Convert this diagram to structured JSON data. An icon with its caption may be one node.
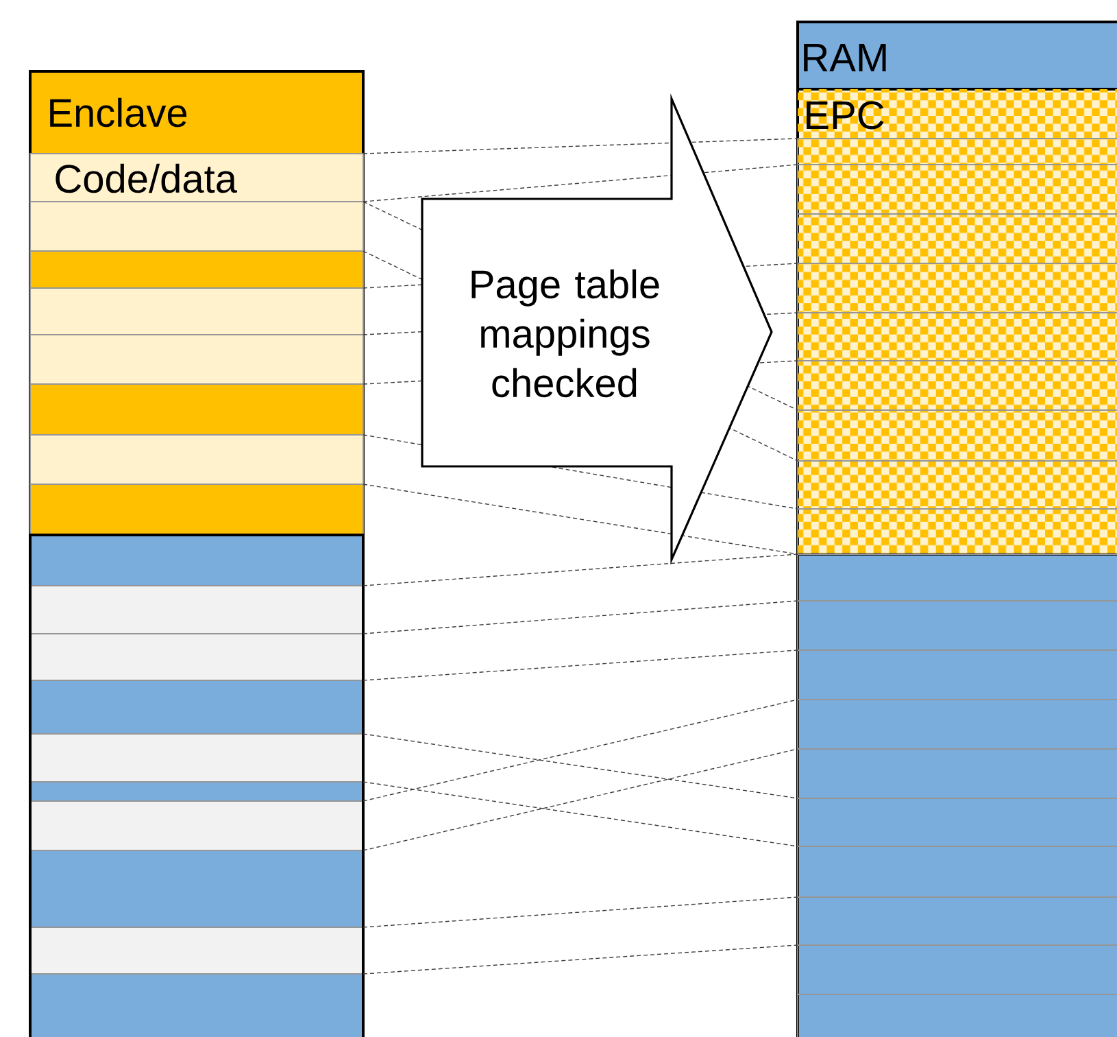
{
  "diagram": {
    "nodes": [
      {
        "text": [
          "Enclave"
        ]
      },
      {
        "text": [
          "Code/data"
        ],
        "in": 0
      },
      {
        "text": [],
        "shape": "box",
        "in": 0
      },
      {
        "text": [],
        "shape": "box",
        "in": 0
      },
      {
        "text": [],
        "shape": "box",
        "in": 0
      },
      {
        "text": [],
        "shape": "box",
        "in": 0
      },
      {
        "text": [],
        "shape": "box",
        "in": 0
      },
      {
        "text": [],
        "shape": "box",
        "in": 0
      },
      {
        "text": [],
        "shape": "box",
        "in": 0
      },
      {
        "text": [],
        "shape": "box"
      },
      {
        "text": [],
        "shape": "box"
      },
      {
        "text": [],
        "shape": "box"
      },
      {
        "text": [],
        "shape": "box"
      },
      {
        "text": [],
        "shape": "box"
      },
      {
        "text": [],
        "shape": "box"
      },
      {
        "text": [],
        "shape": "box"
      },
      {
        "text": [],
        "shape": "box"
      },
      {
        "text": [],
        "shape": "box"
      },
      {
        "text": [],
        "shape": "box"
      },
      {
        "text": [
          "RAM"
        ]
      },
      {
        "text": [
          "EPC"
        ],
        "in": 19
      },
      {
        "text": [],
        "shape": "box",
        "in": 20
      },
      {
        "text": [],
        "shape": "box",
        "in": 20
      },
      {
        "text": [],
        "shape": "box",
        "in": 20
      },
      {
        "text": [],
        "shape": "box",
        "in": 20
      },
      {
        "text": [],
        "shape": "box",
        "in": 20
      },
      {
        "text": [],
        "shape": "box",
        "in": 20
      },
      {
        "text": [],
        "shape": "box",
        "in": 20
      },
      {
        "text": [],
        "shape": "box",
        "in": 20
      },
      {
        "text": [],
        "shape": "box",
        "in": 20
      },
      {
        "text": [],
        "shape": "box",
        "in": 19
      },
      {
        "text": [],
        "shape": "box",
        "in": 19
      },
      {
        "text": [],
        "shape": "box",
        "in": 19
      },
      {
        "text": [],
        "shape": "box",
        "in": 19
      },
      {
        "text": [],
        "shape": "box",
        "in": 19
      },
      {
        "text": [],
        "shape": "box",
        "in": 19
      },
      {
        "text": [],
        "shape": "box",
        "in": 19
      },
      {
        "text": [],
        "shape": "box",
        "in": 19
      },
      {
        "text": [],
        "shape": "box",
        "in": 19
      },
      {
        "text": [],
        "shape": "box",
        "in": 19
      }
    ],
    "edges": [
      {
        "from": 1,
        "to": 21,
        "arrow": "none",
        "style": "dashed"
      },
      {
        "from": 1,
        "to": 21,
        "arrow": "none",
        "style": "dashed"
      },
      {
        "from": 2,
        "to": 27,
        "arrow": "none",
        "style": "dashed"
      },
      {
        "from": 2,
        "to": 27,
        "arrow": "none",
        "style": "dashed"
      },
      {
        "from": 4,
        "to": 24,
        "arrow": "none",
        "style": "dashed"
      },
      {
        "from": 4,
        "to": 24,
        "arrow": "none",
        "style": "dashed"
      },
      {
        "from": 5,
        "to": 25,
        "arrow": "none",
        "style": "dashed"
      },
      {
        "from": 5,
        "to": 25,
        "arrow": "none",
        "style": "dashed"
      },
      {
        "from": 7,
        "to": 29,
        "arrow": "none",
        "style": "dashed"
      },
      {
        "from": 7,
        "to": 29,
        "arrow": "none",
        "style": "dashed"
      },
      {
        "from": 10,
        "to": 30,
        "arrow": "none",
        "style": "dashed"
      },
      {
        "from": 10,
        "to": 30,
        "arrow": "none",
        "style": "dashed"
      },
      {
        "from": 11,
        "to": 31,
        "arrow": "none",
        "style": "dashed"
      },
      {
        "from": 11,
        "to": 31,
        "arrow": "none",
        "style": "dashed"
      },
      {
        "from": 13,
        "to": 35,
        "arrow": "none",
        "style": "dashed"
      },
      {
        "from": 13,
        "to": 35,
        "arrow": "none",
        "style": "dashed"
      },
      {
        "from": 15,
        "to": 33,
        "arrow": "none",
        "style": "dashed"
      },
      {
        "from": 15,
        "to": 33,
        "arrow": "none",
        "style": "dashed"
      },
      {
        "from": 17,
        "to": 37,
        "arrow": "none",
        "style": "dashed"
      },
      {
        "from": 17,
        "to": 37,
        "arrow": "none",
        "style": "dashed"
      }
    ],
    "labels": [
      "Page table mappings checked"
    ]
  }
}
